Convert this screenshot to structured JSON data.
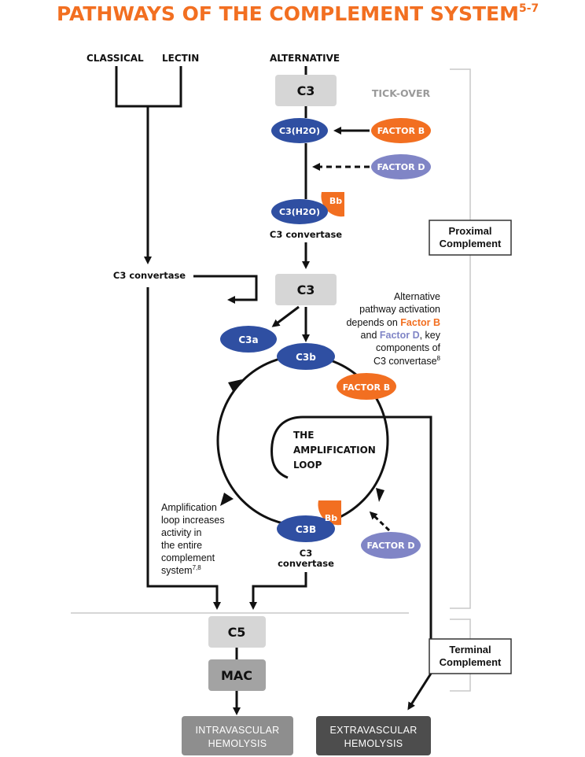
{
  "title": "PATHWAYS OF THE COMPLEMENT SYSTEM",
  "title_sup": "5-7",
  "headers": {
    "classical": "CLASSICAL",
    "lectin": "LECTIN",
    "alternative": "ALTERNATIVE"
  },
  "nodes": {
    "c3_top": "C3",
    "tick_over": "TICK-OVER",
    "c3h2o_1": "C3(H2O)",
    "factor_b_top": "FACTOR B",
    "factor_d_top": "FACTOR D",
    "c3h2o_2": "C3(H2O)",
    "bb_top": "Bb",
    "c3_convertase_top": "C3 convertase",
    "c3_convertase_left": "C3 convertase",
    "c3_mid": "C3",
    "c3a": "C3a",
    "c3b": "C3b",
    "factor_b_mid": "FACTOR B",
    "amplification_line1": "THE",
    "amplification_line2": "AMPLIFICATION",
    "amplification_line3": "LOOP",
    "c3b_bottom": "C3B",
    "bb_bottom": "Bb",
    "factor_d_bottom": "FACTOR D",
    "c3_convertase_bottom_1": "C3",
    "c3_convertase_bottom_2": "convertase",
    "c5": "C5",
    "mac": "MAC",
    "intravascular_1": "INTRAVASCULAR",
    "intravascular_2": "HEMOLYSIS",
    "extravascular_1": "EXTRAVASCULAR",
    "extravascular_2": "HEMOLYSIS"
  },
  "notes": {
    "alt_activation": {
      "line1": "Alternative",
      "line2": "pathway activation",
      "line3_pre": "depends on ",
      "line3_hl": "Factor B",
      "line4_pre": "and ",
      "line4_hl": "Factor D",
      "line4_post": ", key",
      "line5": "components of",
      "line6": "C3 convertase",
      "line6_sup": "8"
    },
    "amplification": {
      "line1": "Amplification",
      "line2": "loop increases",
      "line3": "activity in",
      "line4": "the entire",
      "line5": "complement",
      "line6": "system",
      "line6_sup": "7,8"
    }
  },
  "brackets": {
    "proximal_1": "Proximal",
    "proximal_2": "Complement",
    "terminal_1": "Terminal",
    "terminal_2": "Complement"
  },
  "colors": {
    "accent_orange": "#f26f21",
    "dark_blue": "#2f4fa2",
    "light_purple": "#8085c6",
    "grey_box": "#d6d6d6",
    "mac_grey": "#a3a3a3",
    "intra_grey": "#8e8e8e",
    "extra_grey": "#4d4d4d"
  }
}
